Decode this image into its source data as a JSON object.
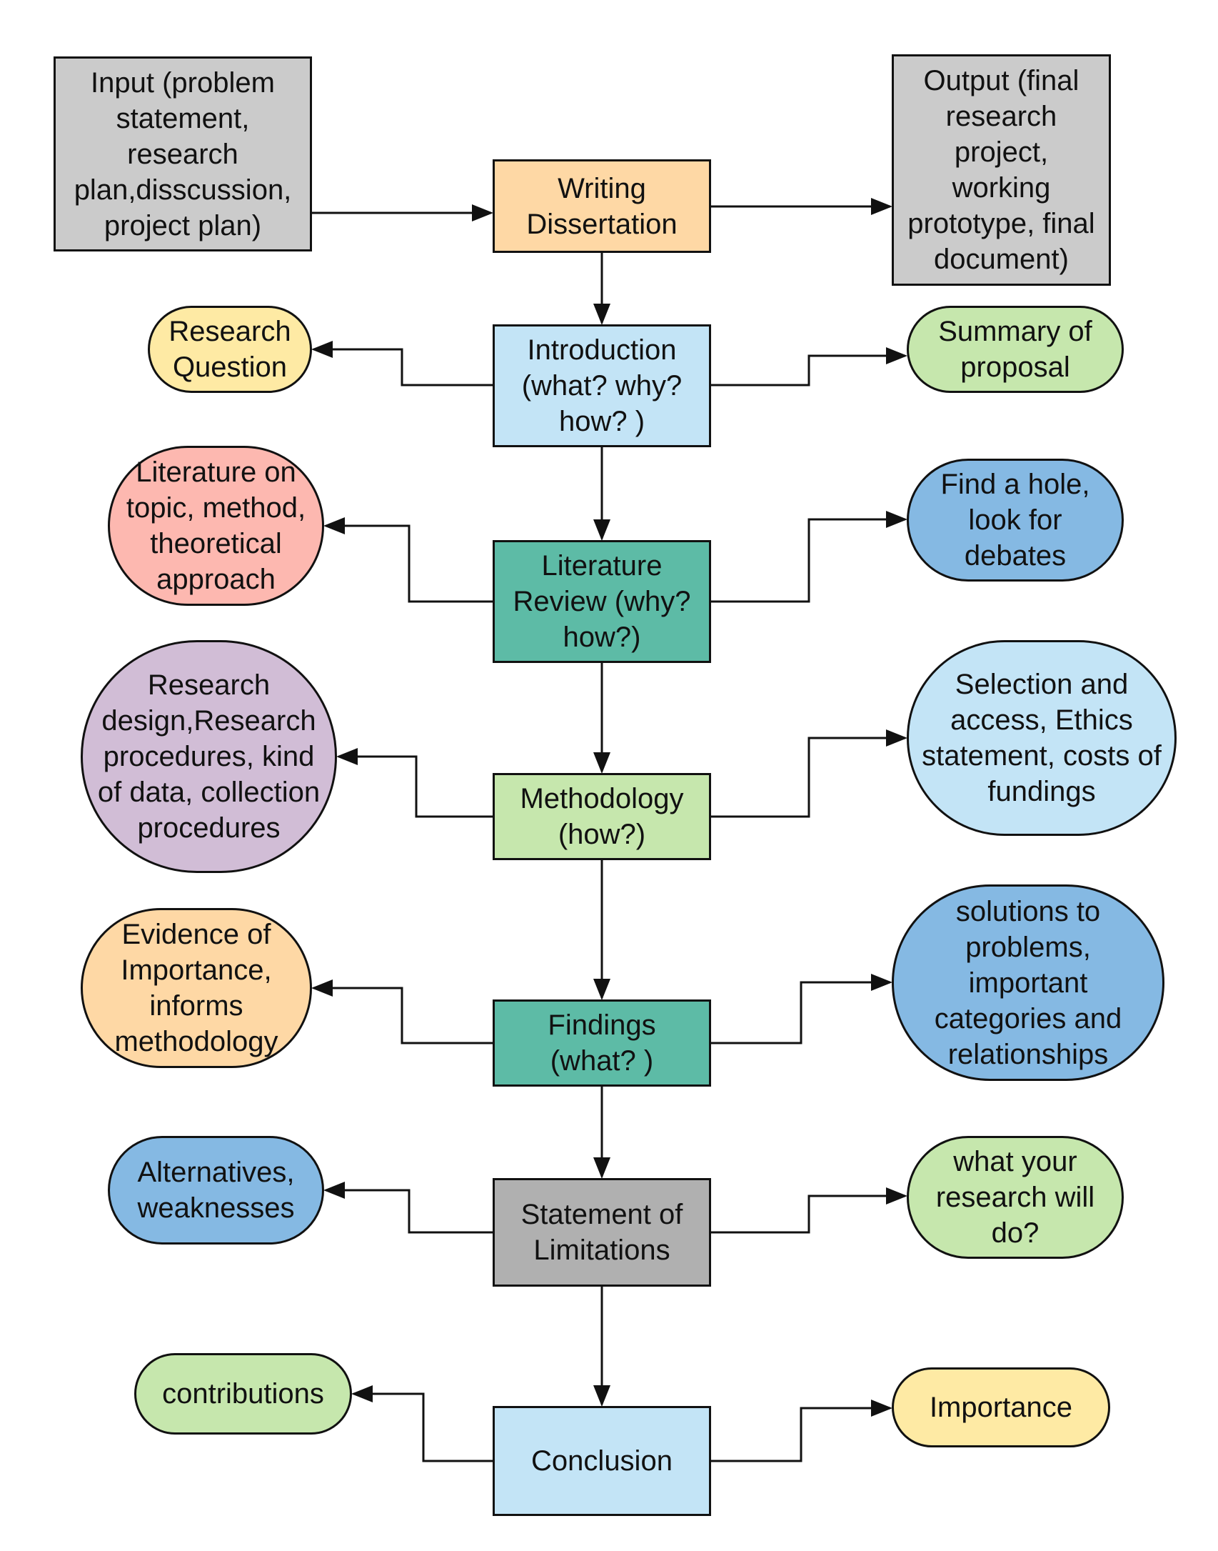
{
  "colors": {
    "gray": "#cbcbcb",
    "dark_gray": "#b0b0b0",
    "orange": "#fed8a5",
    "light_blue": "#c3e4f6",
    "teal": "#5dbba6",
    "light_green": "#c6e7ad",
    "yellow": "#feeaa4",
    "red": "#fdb8b0",
    "blue": "#85b9e3",
    "purple": "#d1bdd6",
    "line": "#111111"
  },
  "nodes": {
    "input": "Input (problem\nstatement,\nresearch\nplan,disscussion,\nproject plan)",
    "output": "Output (final\nresearch\nproject,\nworking\nprototype, final\ndocument)",
    "writing": "Writing\nDissertation",
    "introduction": "Introduction\n(what?  why?\nhow? )",
    "research_question": "Research\nQuestion",
    "summary": "Summary of\nproposal",
    "literature_review": "Literature\nReview (why?\nhow?)",
    "literature_on": "Literature on\ntopic, method,\ntheoretical\napproach",
    "find_hole": "Find a hole,\nlook for\ndebates",
    "methodology": "Methodology\n(how?)",
    "research_design": "Research\ndesign,Research\nprocedures, kind\nof data, collection\nprocedures",
    "selection": "Selection and\naccess, Ethics\nstatement, costs of\nfundings",
    "findings": "Findings\n(what? )",
    "evidence": "Evidence of\nImportance,\ninforms\nmethodology",
    "solutions": "solutions to\nproblems,\nimportant\ncategories and\nrelationships",
    "limitations": "Statement of\nLimitations",
    "alternatives": "Alternatives,\nweaknesses",
    "what_research": "what your\nresearch will\ndo?",
    "conclusion": "Conclusion",
    "contributions": "contributions",
    "importance": "Importance"
  }
}
